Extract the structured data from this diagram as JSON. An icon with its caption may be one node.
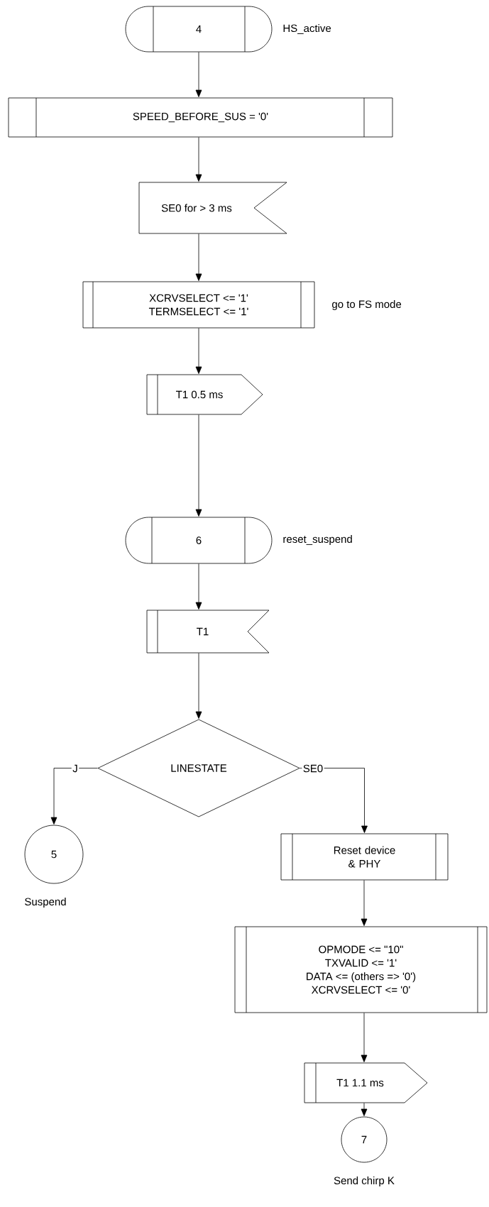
{
  "diagram": {
    "nodes": [
      {
        "text": [
          "4"
        ],
        "beside": [
          "HS_active"
        ]
      },
      {
        "text": [
          "SPEED_BEFORE_SUS = '0'"
        ]
      },
      {
        "text": [
          "SE0 for > 3 ms"
        ]
      },
      {
        "text": [
          "XCRVSELECT <= '1'",
          "TERMSELECT <= '1'"
        ],
        "beside": [
          "go to FS mode"
        ]
      },
      {
        "text": [
          "T1 0.5 ms"
        ]
      },
      {
        "text": [
          "6"
        ],
        "beside": [
          "reset_suspend"
        ]
      },
      {
        "text": [
          "T1"
        ]
      },
      {
        "text": [
          "LINESTATE"
        ]
      },
      {
        "text": [
          "5"
        ],
        "beside": [
          "Suspend"
        ]
      },
      {
        "text": [
          "Reset device & PHY"
        ]
      },
      {
        "text": [
          "OPMODE <= \"10\"",
          "TXVALID <= '1'",
          "DATA <= (others => '0')",
          "XCRVSELECT <= '0'"
        ]
      },
      {
        "text": [
          "T1 1.1 ms"
        ]
      },
      {
        "text": [
          "7"
        ],
        "beside": [
          "Send chirp K"
        ]
      }
    ],
    "edges": [
      {
        "from": 0,
        "to": 1,
        "arrow": "to"
      },
      {
        "from": 1,
        "to": 2,
        "arrow": "to"
      },
      {
        "from": 2,
        "to": 3,
        "arrow": "to"
      },
      {
        "from": 3,
        "to": 4,
        "arrow": "to"
      },
      {
        "from": 4,
        "to": 5,
        "arrow": "to"
      },
      {
        "from": 5,
        "to": 6,
        "arrow": "to"
      },
      {
        "from": 6,
        "to": 7,
        "arrow": "to"
      },
      {
        "from": 7,
        "to": 8,
        "arrow": "to",
        "label": "J"
      },
      {
        "from": 7,
        "to": 9,
        "arrow": "to",
        "label": "SE0"
      },
      {
        "from": 9,
        "to": 10,
        "arrow": "to"
      },
      {
        "from": 10,
        "to": 11,
        "arrow": "to"
      },
      {
        "from": 11,
        "to": 12,
        "arrow": "to"
      }
    ]
  }
}
